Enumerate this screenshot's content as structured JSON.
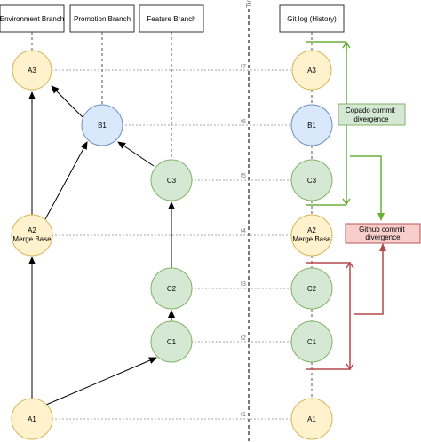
{
  "headers": {
    "environment": "Environment Branch",
    "promotion": "Promotion Branch",
    "feature": "Feature Branch",
    "gitlog": "Git log (History)"
  },
  "time_axis": {
    "label": "Time",
    "ticks": [
      "t7",
      "t6",
      "t5",
      "t4",
      "t3",
      "t2",
      "t1"
    ]
  },
  "commits": {
    "A3": {
      "label": "A3",
      "sub": "",
      "color": "yellow"
    },
    "B1": {
      "label": "B1",
      "sub": "",
      "color": "blue"
    },
    "C3": {
      "label": "C3",
      "sub": "",
      "color": "green"
    },
    "A2": {
      "label": "A2",
      "sub": "Merge Base",
      "color": "yellow"
    },
    "C2": {
      "label": "C2",
      "sub": "",
      "color": "green"
    },
    "C1": {
      "label": "C1",
      "sub": "",
      "color": "green"
    },
    "A1": {
      "label": "A1",
      "sub": "",
      "color": "yellow"
    }
  },
  "callouts": {
    "copado": "Copado commit divergence",
    "github": "Github commit divergence"
  },
  "colors": {
    "yellow_fill": "#fff2cc",
    "yellow_stroke": "#d6b656",
    "blue_fill": "#dae8fc",
    "blue_stroke": "#6c8ebf",
    "green_fill": "#d5e8d4",
    "green_stroke": "#82b366",
    "red_fill": "#f8cecc",
    "red_stroke": "#b85450",
    "copado_line": "#6aad3a",
    "github_line": "#b5484a"
  }
}
